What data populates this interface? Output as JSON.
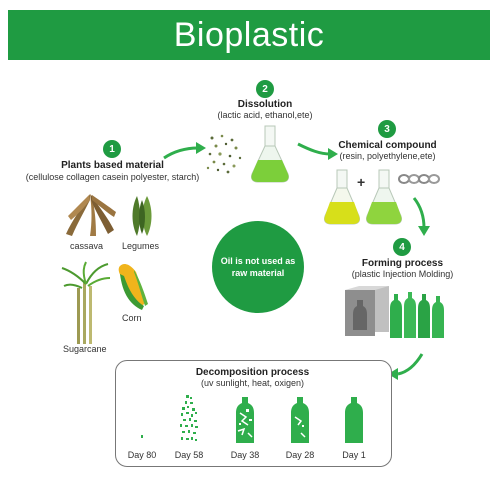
{
  "title": "Bioplastic",
  "steps": [
    {
      "number": "1",
      "heading": "Plants based material",
      "sub": "(cellulose collagen casein polyester, starch)"
    },
    {
      "number": "2",
      "heading": "Dissolution",
      "sub": "(lactic acid, ethanol,ete)"
    },
    {
      "number": "3",
      "heading": "Chemical compound",
      "sub": "(resin, polyethylene,ete)"
    },
    {
      "number": "4",
      "heading": "Forming process",
      "sub": "(plastic Injection Molding)"
    }
  ],
  "plants": {
    "cassava": "cassava",
    "legumes": "Legumes",
    "corn": "Corn",
    "sugarcane": "Sugarcane"
  },
  "plus": "+",
  "center_note": "Oil is not used as raw material",
  "decomposition": {
    "heading": "Decomposition process",
    "sub": "(uv sunlight, heat, oxigen)",
    "days": [
      "Day 80",
      "Day 58",
      "Day 38",
      "Day 28",
      "Day 1"
    ]
  },
  "colors": {
    "brand_green": "#1f9b42",
    "light_green": "#7ccf3a",
    "yellow_liquid": "#d7df1a"
  }
}
